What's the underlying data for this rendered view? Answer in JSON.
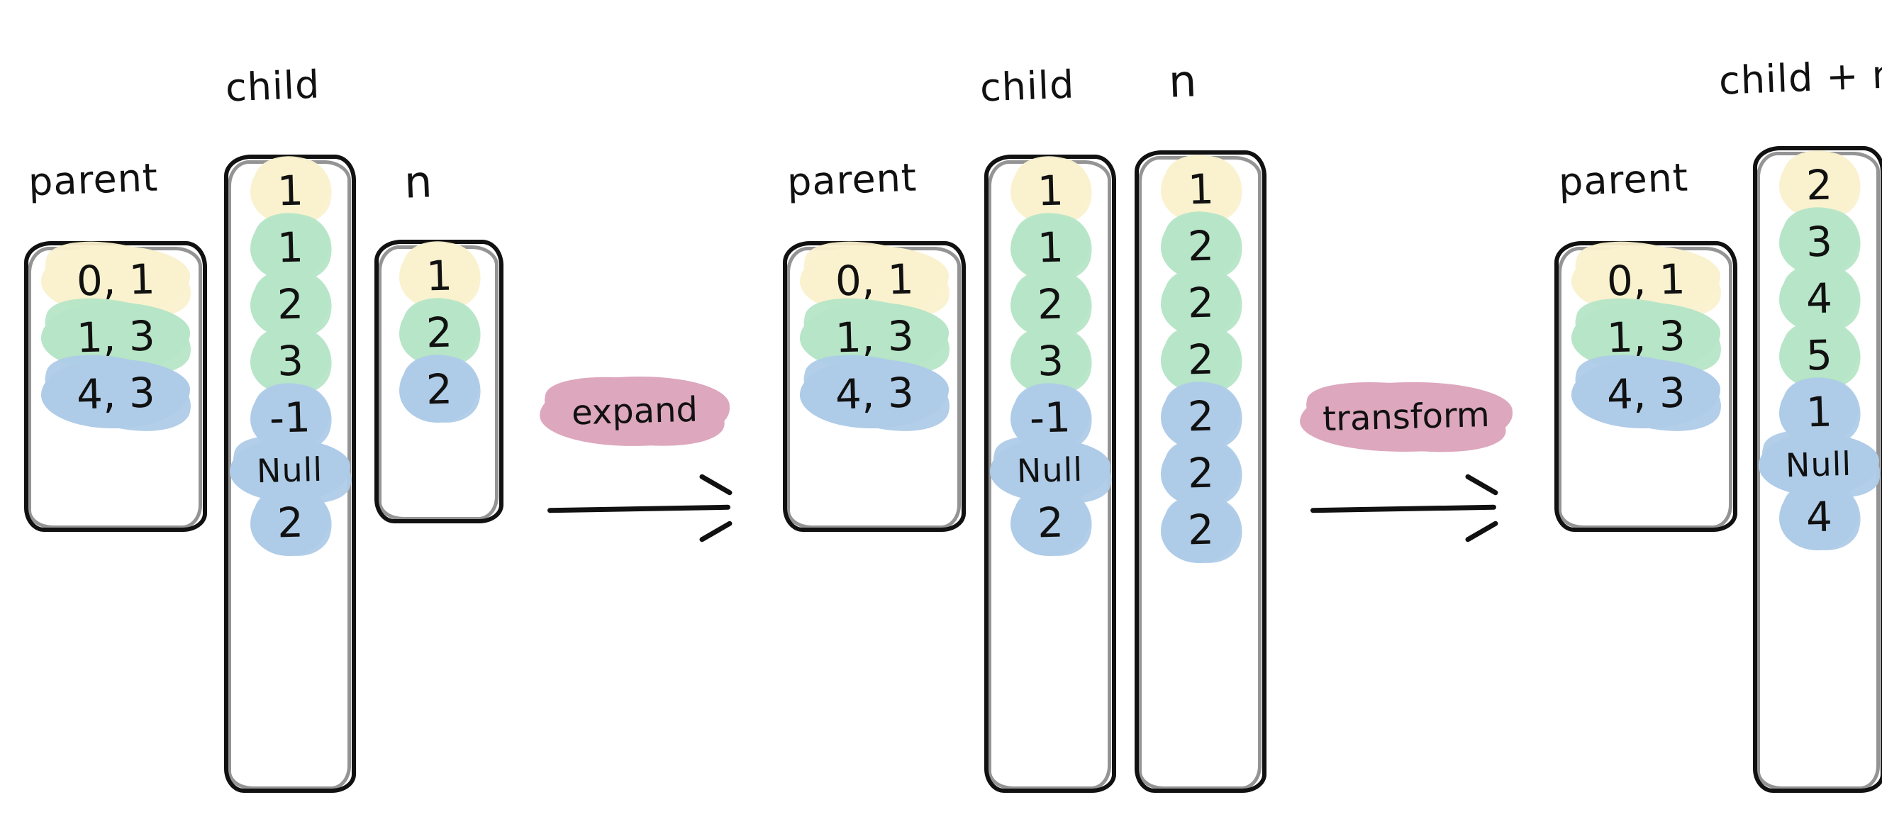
{
  "diagram": {
    "title_present": false,
    "colors": {
      "yellow": "#faf1ce",
      "green": "#b6e5c7",
      "blue": "#aecbe8",
      "pink": "#dda7bd",
      "ink": "#111111",
      "background": "#ffffff"
    },
    "groups": [
      {
        "id": "before",
        "columns": [
          {
            "name": "parent",
            "label": "parent",
            "cells": [
              {
                "text": "0, 1",
                "color": "yellow",
                "kind": "wide"
              },
              {
                "text": "1, 3",
                "color": "green",
                "kind": "wide"
              },
              {
                "text": "4, 3",
                "color": "blue",
                "kind": "wide"
              }
            ]
          },
          {
            "name": "child",
            "label": "child",
            "cells": [
              {
                "text": "1",
                "color": "yellow",
                "kind": "narrow"
              },
              {
                "text": "1",
                "color": "green",
                "kind": "narrow"
              },
              {
                "text": "2",
                "color": "green",
                "kind": "narrow"
              },
              {
                "text": "3",
                "color": "green",
                "kind": "narrow"
              },
              {
                "text": "-1",
                "color": "blue",
                "kind": "narrow"
              },
              {
                "text": "Null",
                "color": "blue",
                "kind": "null"
              },
              {
                "text": "2",
                "color": "blue",
                "kind": "narrow"
              }
            ]
          },
          {
            "name": "n",
            "label": "n",
            "cells": [
              {
                "text": "1",
                "color": "yellow",
                "kind": "narrow"
              },
              {
                "text": "2",
                "color": "green",
                "kind": "narrow"
              },
              {
                "text": "2",
                "color": "blue",
                "kind": "narrow"
              }
            ]
          }
        ]
      },
      {
        "id": "expanded",
        "columns": [
          {
            "name": "parent",
            "label": "parent",
            "cells": [
              {
                "text": "0, 1",
                "color": "yellow",
                "kind": "wide"
              },
              {
                "text": "1, 3",
                "color": "green",
                "kind": "wide"
              },
              {
                "text": "4, 3",
                "color": "blue",
                "kind": "wide"
              }
            ]
          },
          {
            "name": "child",
            "label": "child",
            "cells": [
              {
                "text": "1",
                "color": "yellow",
                "kind": "narrow"
              },
              {
                "text": "1",
                "color": "green",
                "kind": "narrow"
              },
              {
                "text": "2",
                "color": "green",
                "kind": "narrow"
              },
              {
                "text": "3",
                "color": "green",
                "kind": "narrow"
              },
              {
                "text": "-1",
                "color": "blue",
                "kind": "narrow"
              },
              {
                "text": "Null",
                "color": "blue",
                "kind": "null"
              },
              {
                "text": "2",
                "color": "blue",
                "kind": "narrow"
              }
            ]
          },
          {
            "name": "n",
            "label": "n",
            "cells": [
              {
                "text": "1",
                "color": "yellow",
                "kind": "narrow"
              },
              {
                "text": "2",
                "color": "green",
                "kind": "narrow"
              },
              {
                "text": "2",
                "color": "green",
                "kind": "narrow"
              },
              {
                "text": "2",
                "color": "green",
                "kind": "narrow"
              },
              {
                "text": "2",
                "color": "blue",
                "kind": "narrow"
              },
              {
                "text": "2",
                "color": "blue",
                "kind": "narrow"
              },
              {
                "text": "2",
                "color": "blue",
                "kind": "narrow"
              }
            ]
          }
        ]
      },
      {
        "id": "transformed",
        "columns": [
          {
            "name": "parent",
            "label": "parent",
            "cells": [
              {
                "text": "0, 1",
                "color": "yellow",
                "kind": "wide"
              },
              {
                "text": "1, 3",
                "color": "green",
                "kind": "wide"
              },
              {
                "text": "4, 3",
                "color": "blue",
                "kind": "wide"
              }
            ]
          },
          {
            "name": "child-plus-n",
            "label": "child + n",
            "cells": [
              {
                "text": "2",
                "color": "yellow",
                "kind": "narrow"
              },
              {
                "text": "3",
                "color": "green",
                "kind": "narrow"
              },
              {
                "text": "4",
                "color": "green",
                "kind": "narrow"
              },
              {
                "text": "5",
                "color": "green",
                "kind": "narrow"
              },
              {
                "text": "1",
                "color": "blue",
                "kind": "narrow"
              },
              {
                "text": "Null",
                "color": "blue",
                "kind": "null"
              },
              {
                "text": "4",
                "color": "blue",
                "kind": "narrow"
              }
            ]
          }
        ]
      }
    ],
    "operations": [
      {
        "id": "expand",
        "label": "expand"
      },
      {
        "id": "transform",
        "label": "transform"
      }
    ]
  }
}
